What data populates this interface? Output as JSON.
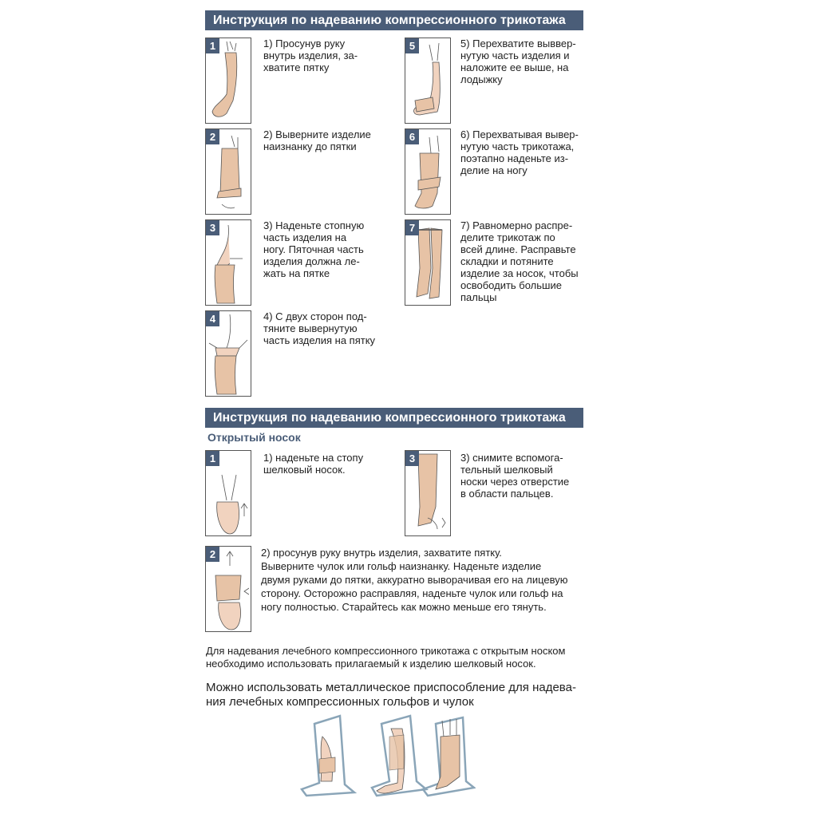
{
  "section1": {
    "title": "Инструкция по надеванию компрессионного трикотажа",
    "steps": [
      {
        "num": "1",
        "text": "1) Просунув руку\nвнутрь изделия, за-\nхватите пятку"
      },
      {
        "num": "2",
        "text": "2) Выверните изделие\nнаизнанку до пятки"
      },
      {
        "num": "3",
        "text": "3) Наденьте стопную\nчасть изделия на\nногу. Пяточная часть\nизделия должна ле-\nжать на пятке"
      },
      {
        "num": "4",
        "text": "4) С двух сторон под-\nтяните вывернутую\nчасть изделия на пятку"
      },
      {
        "num": "5",
        "text": "5) Перехватите выввер-\nнутую часть изделия и\nналожите ее выше, на\nлодыжку"
      },
      {
        "num": "6",
        "text": "6) Перехватывая вывер-\nнутую часть трикотажа,\nпоэтапно наденьте из-\nделие на ногу"
      },
      {
        "num": "7",
        "text": "7) Равномерно распре-\nделите трикотаж по\nвсей длине. Расправьте\nскладки и потяните\nизделие за носок, чтобы\nосвободить большие\nпальцы"
      }
    ]
  },
  "section2": {
    "title": "Инструкция по надеванию компрессионного трикотажа",
    "subtitle": "Открытый носок",
    "steps": [
      {
        "num": "1",
        "text": "1) наденьте на стопу\nшелковый носок."
      },
      {
        "num": "2",
        "text": "2) просунув руку внутрь изделия, захватите пятку.\nВыверните чулок или гольф наизнанку. Наденьте изделие\nдвумя руками до пятки, аккуратно выворачивая его на лицевую\nсторону. Осторожно расправляя, наденьте чулок или гольф на\nногу полностью. Старайтесь как можно меньше его тянуть."
      },
      {
        "num": "3",
        "text": "3) снимите вспомога-\nтельный шелковый\nноски через отверстие\nв области пальцев."
      }
    ]
  },
  "note": "Для надевания лечебного компрессионного трикотажа с открытым носком\nнеобходимо использовать прилагаемый к изделию шелковый носок.",
  "device_note": "Можно использовать металлическое приспособление  для надева-\nния лечебных компрессионных гольфов и чулок",
  "colors": {
    "accent": "#4a5d78",
    "skin": "#f1d3bf",
    "stocking": "#e7c3a6",
    "wire": "#8aa5b8"
  }
}
